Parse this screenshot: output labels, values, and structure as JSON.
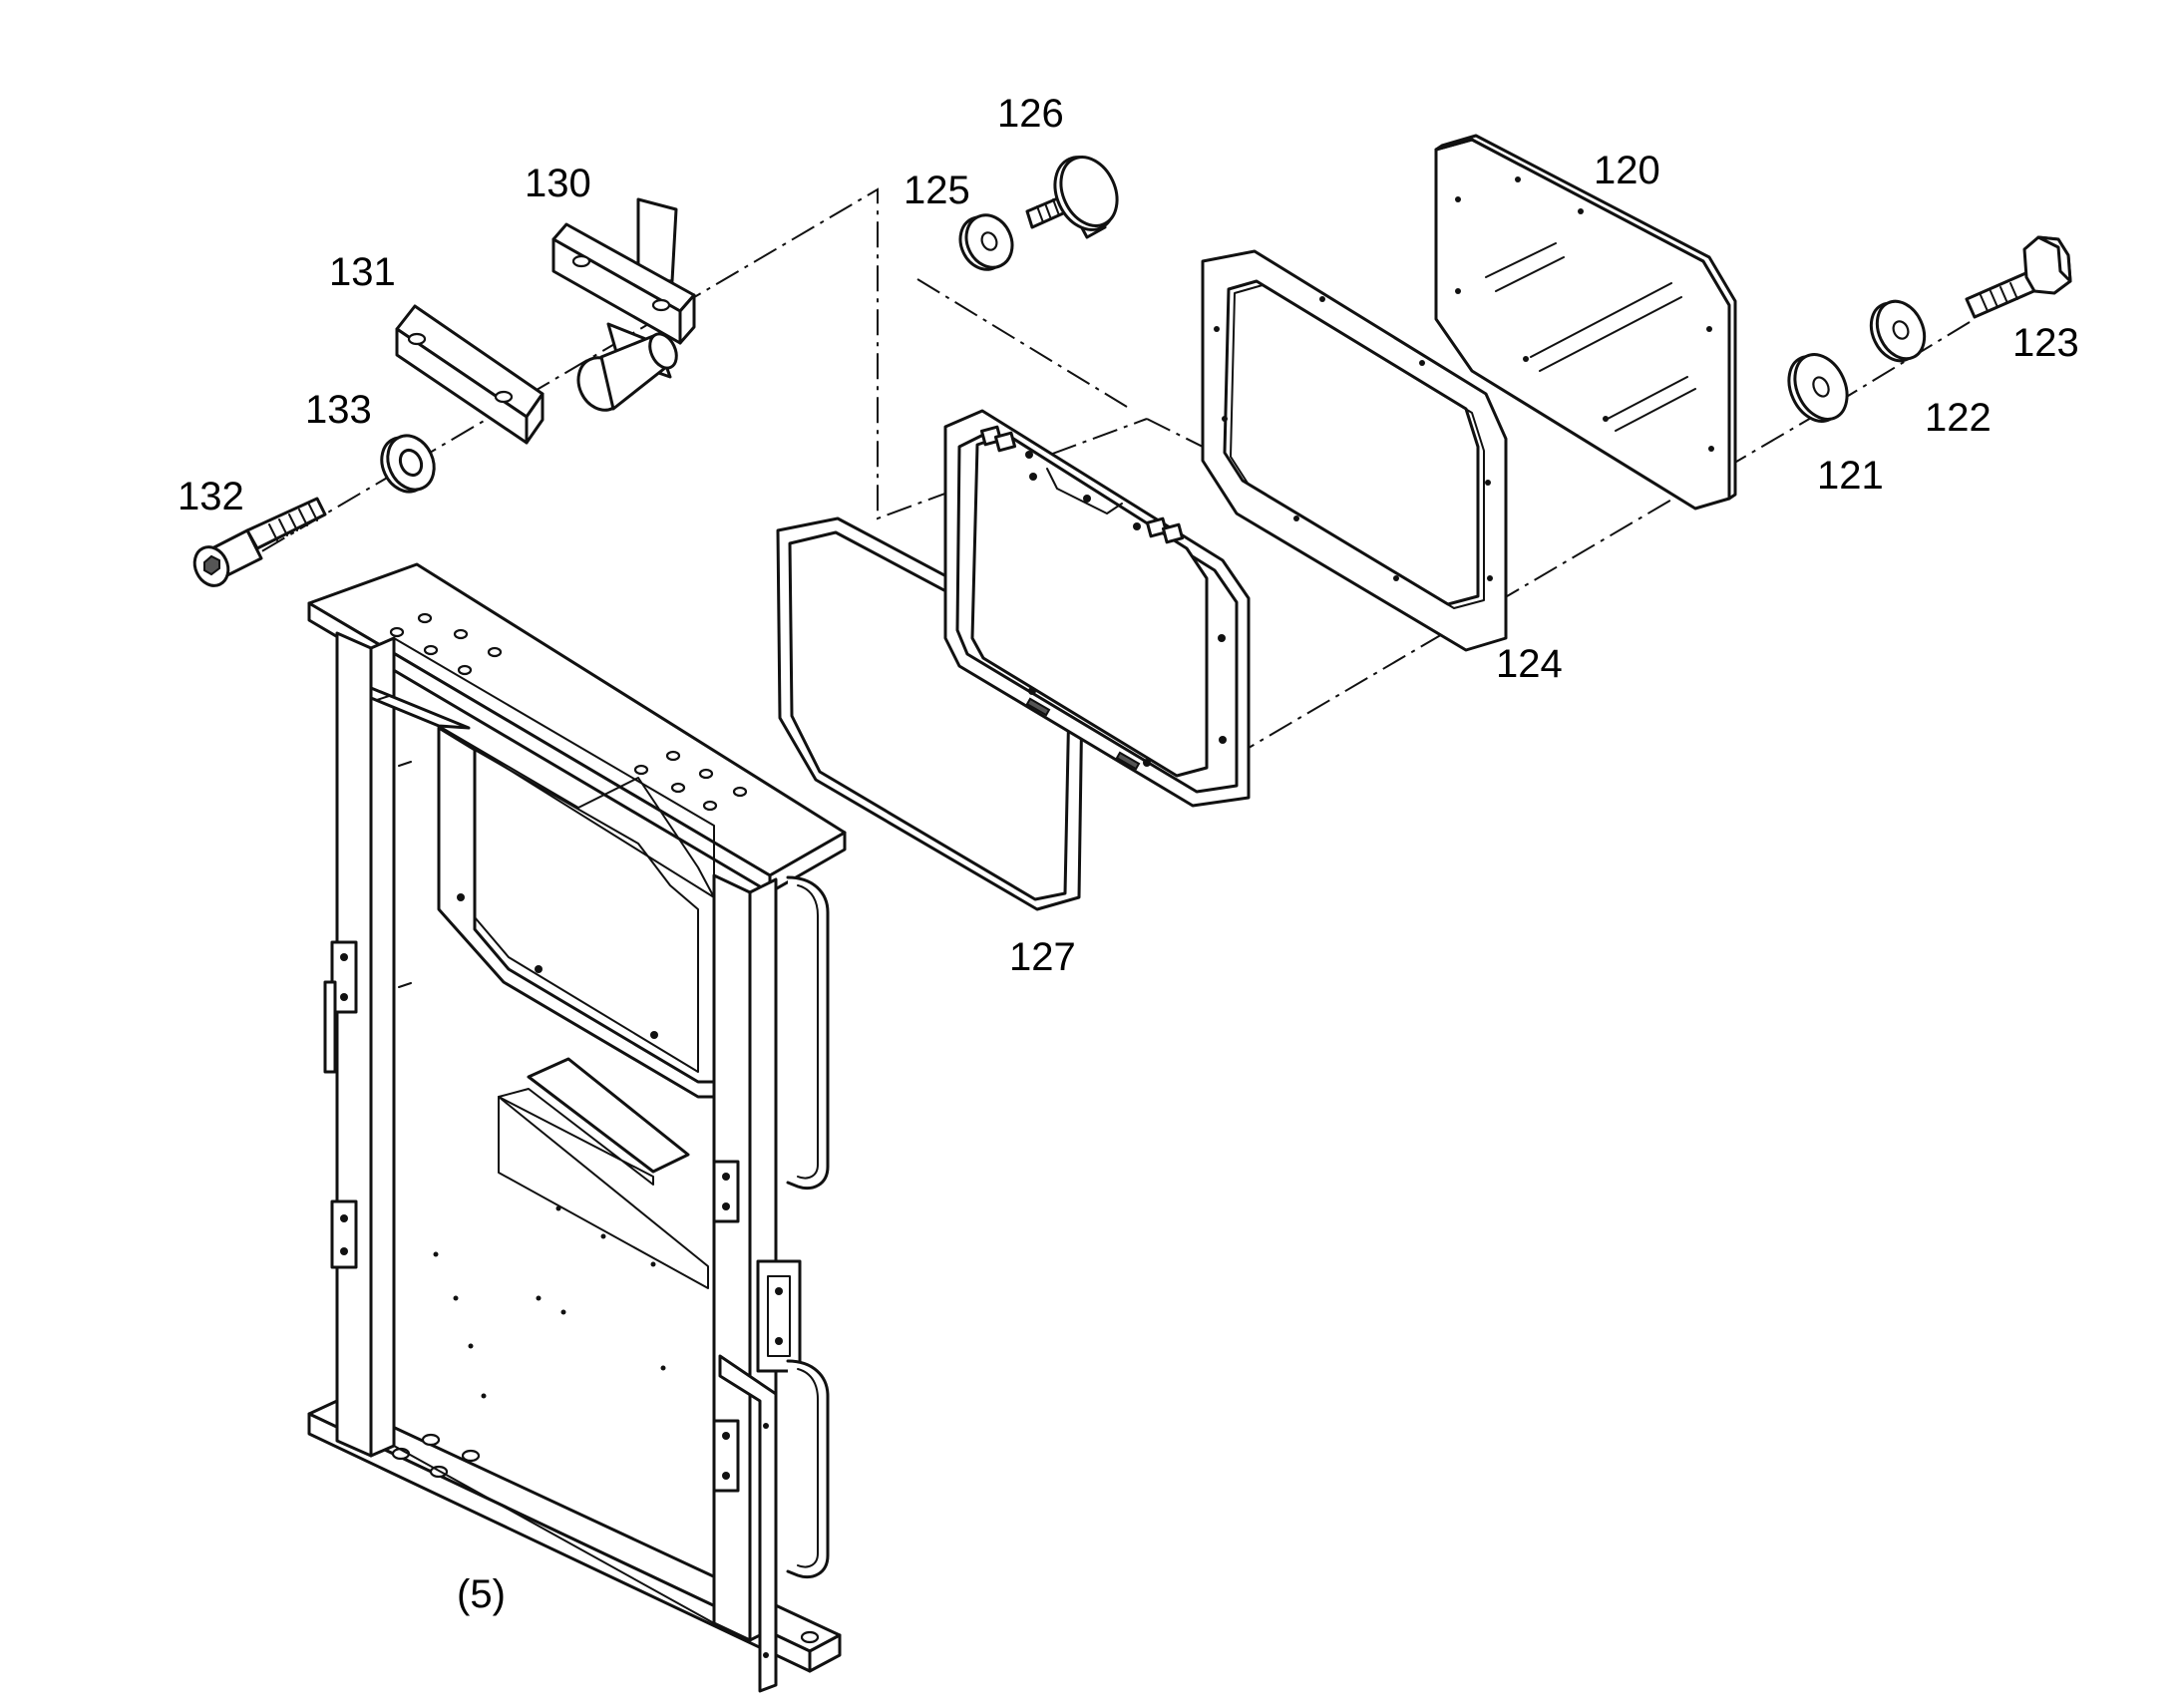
{
  "callouts": {
    "p120": "120",
    "p121": "121",
    "p122": "122",
    "p123": "123",
    "p124": "124",
    "p125": "125",
    "p126": "126",
    "p127": "127",
    "p130": "130",
    "p131": "131",
    "p132": "132",
    "p133": "133",
    "frame": "(5)"
  }
}
